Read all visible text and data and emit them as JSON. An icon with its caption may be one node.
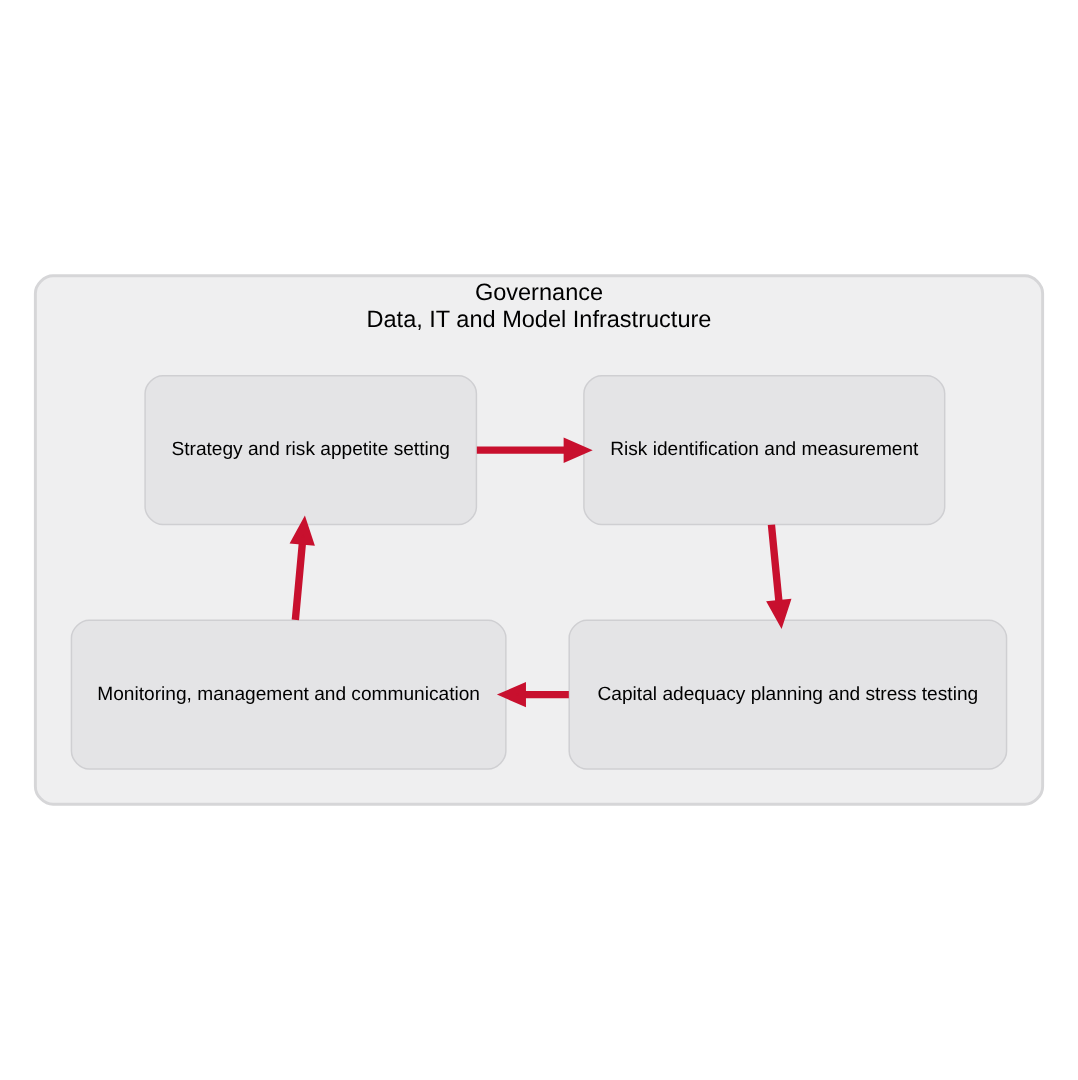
{
  "diagram": {
    "nodes": [
      {
        "text": [
          "Governance",
          "Data, IT and Model Infrastructure"
        ]
      },
      {
        "text": [
          "Strategy and risk appetite setting"
        ],
        "in": 0
      },
      {
        "text": [
          "Risk identification and measurement"
        ],
        "in": 0
      },
      {
        "text": [
          "Capital adequacy planning and stress testing"
        ],
        "in": 0
      },
      {
        "text": [
          "Monitoring, management and communication"
        ],
        "in": 0
      }
    ],
    "edges": [
      {
        "from": 1,
        "to": 2,
        "arrow": "to"
      },
      {
        "from": 2,
        "to": 3,
        "arrow": "to"
      },
      {
        "from": 3,
        "to": 4,
        "arrow": "to"
      },
      {
        "from": 4,
        "to": 1,
        "arrow": "to"
      }
    ]
  }
}
